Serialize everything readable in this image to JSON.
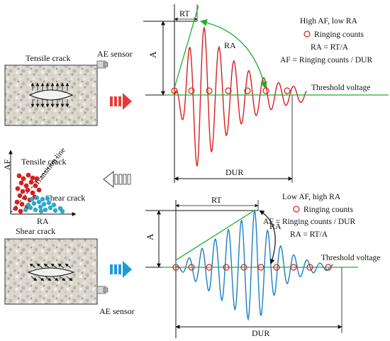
{
  "left": {
    "tensile_title": "Tensile crack",
    "tensile_sensor": "AE sensor",
    "shear_title": "Shear crack",
    "shear_sensor": "AE sensor",
    "scatter": {
      "y_axis": "AF",
      "x_axis": "RA",
      "tensile_label": "Tensile crack",
      "shear_label": "Shear crack",
      "transition_label": "Transition line"
    }
  },
  "top_panel": {
    "rt": "RT",
    "a": "A",
    "ra": "RA",
    "dur": "DUR",
    "legend_title": "High AF, low RA",
    "ringing_counts": "Ringing counts",
    "eq1": "RA = RT/A",
    "eq2": "AF = Ringing counts / DUR",
    "threshold": "Threshold voltage"
  },
  "bottom_panel": {
    "rt": "RT",
    "a": "A",
    "ra": "RA",
    "dur": "DUR",
    "legend_title": "Low AF, high RA",
    "ringing_counts": "Ringing counts",
    "eq1": "AF = Ringing counts / DUR",
    "eq2": "RA = RT/A",
    "threshold": "Threshold voltage"
  },
  "colors": {
    "tensile_red": "#d81e1e",
    "shear_blue": "#1b7fc4",
    "scatter_cyan": "#2aa9c9",
    "accent_green": "#19b12c",
    "counts_marker": "#d81e1e"
  }
}
